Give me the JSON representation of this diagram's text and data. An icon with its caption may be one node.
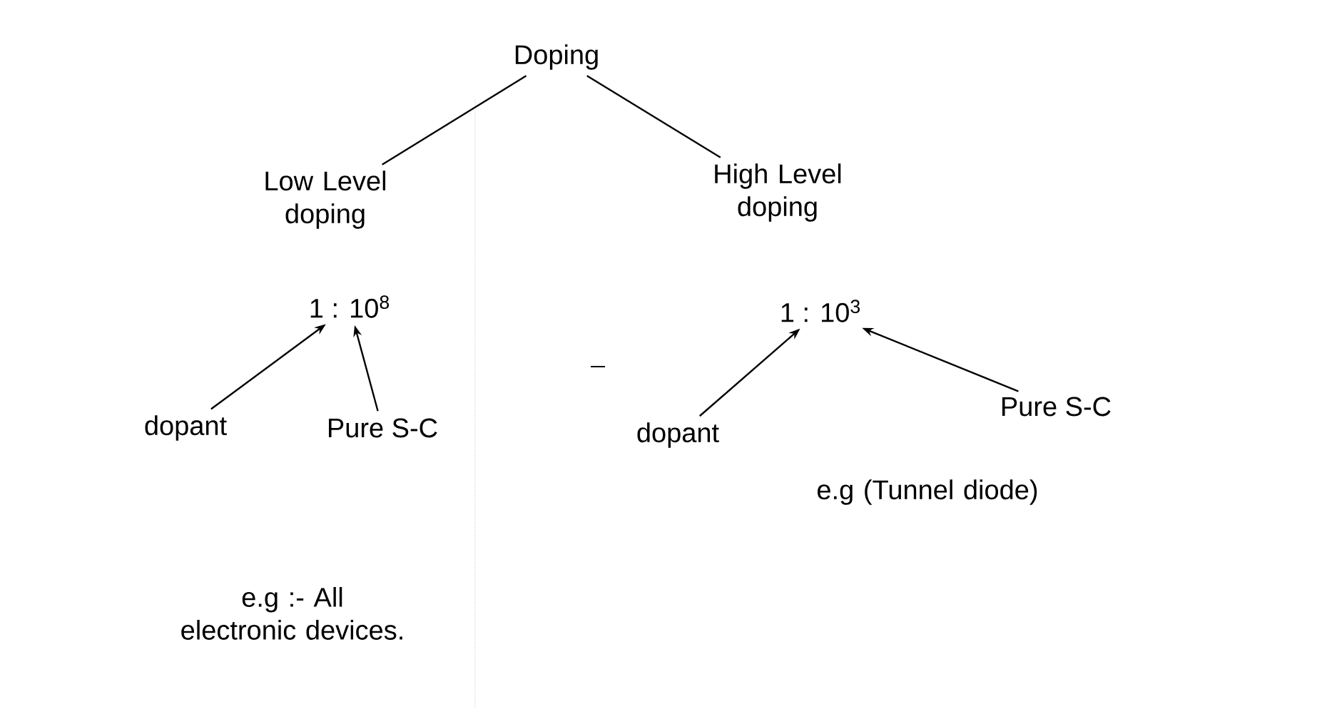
{
  "diagram": {
    "nodes": [
      {
        "text": [
          "Doping"
        ]
      },
      {
        "text": [
          "Low Level doping"
        ]
      },
      {
        "text": [
          "High Level doping"
        ]
      },
      {
        "text": [
          "1 : 10$^{8}$"
        ]
      },
      {
        "text": [
          "1 : 10$^{3}$"
        ]
      },
      {
        "text": [
          "dopant"
        ]
      },
      {
        "text": [
          "Pure S-C"
        ]
      },
      {
        "text": [
          "dopant"
        ]
      },
      {
        "text": [
          "Pure S-C"
        ]
      }
    ],
    "edges": [
      {
        "from": 0,
        "to": 1,
        "arrow": "none"
      },
      {
        "from": 0,
        "to": 2,
        "arrow": "none"
      },
      {
        "from": 5,
        "to": 3,
        "arrow": "to"
      },
      {
        "from": 6,
        "to": 3,
        "arrow": "to"
      },
      {
        "from": 7,
        "to": 4,
        "arrow": "to"
      },
      {
        "from": 8,
        "to": 4,
        "arrow": "to"
      }
    ],
    "labels": [
      "e.g :- All electronic devices.",
      "e.g (Tunnel diode)"
    ]
  }
}
